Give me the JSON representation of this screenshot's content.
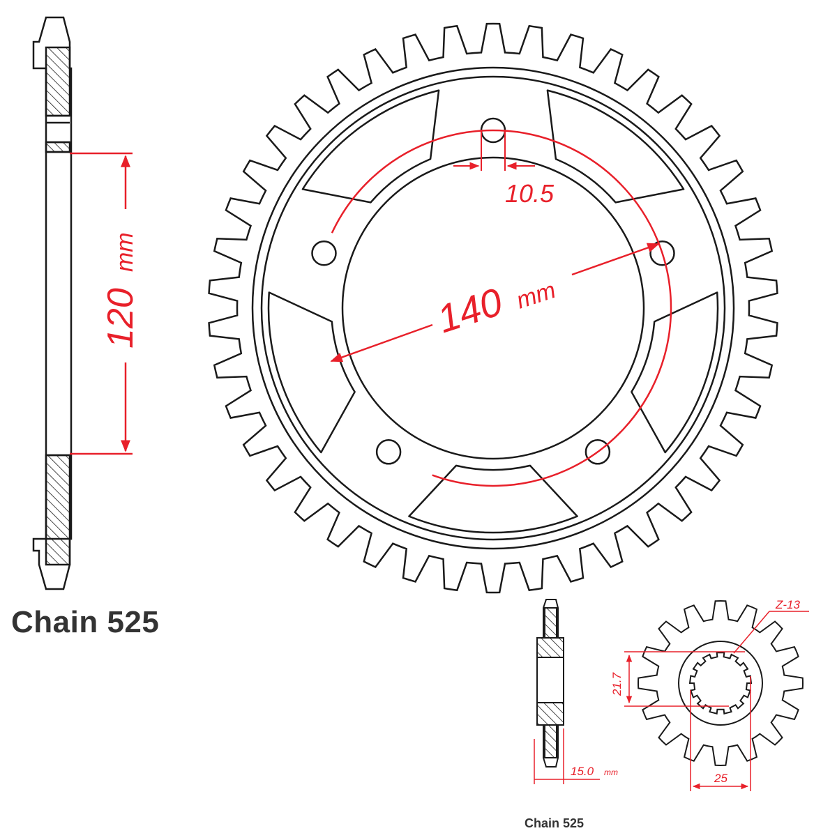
{
  "captions": {
    "main": "Chain 525",
    "small": "Chain 525"
  },
  "rear_sprocket": {
    "teeth": 42,
    "bolt_holes": 5,
    "dim_bolt_circle_value": "140",
    "dim_bolt_circle_unit": "mm",
    "dim_bolt_hole_value": "10.5",
    "dim_center_bore_value": "120",
    "dim_center_bore_unit": "mm"
  },
  "front_sprocket": {
    "teeth": 16,
    "dim_spline": "Z-13",
    "dim_height": "21.7",
    "dim_width": "25",
    "dim_thickness_value": "15.0",
    "dim_thickness_unit": "mm"
  },
  "colors": {
    "line": "#1a1a1a",
    "dimension": "#e8202a",
    "caption": "#333333"
  }
}
